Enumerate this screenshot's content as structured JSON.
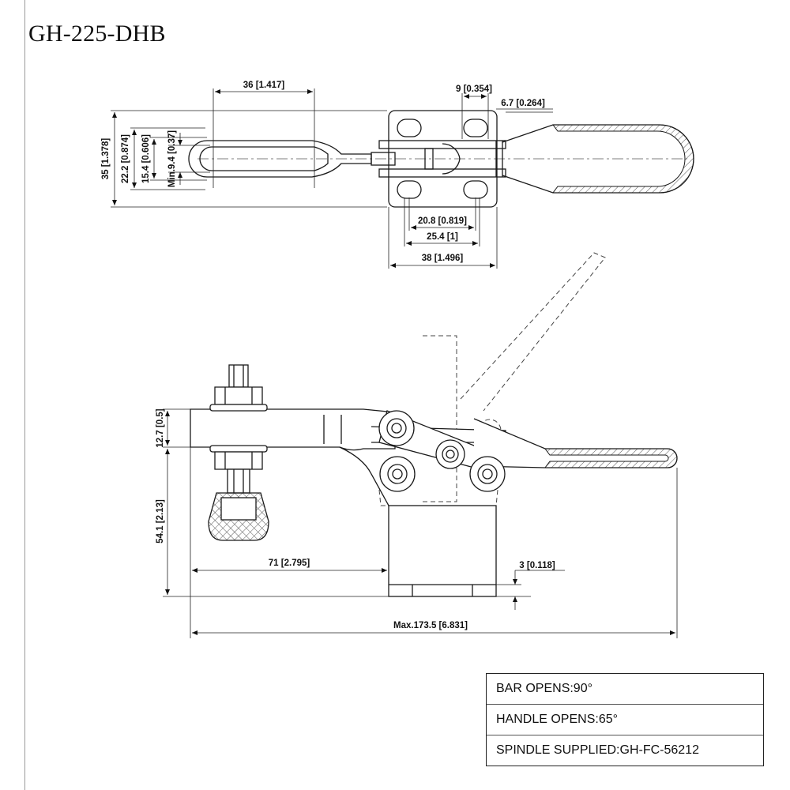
{
  "title": "GH-225-DHB",
  "dimensions": {
    "top_width_36": "36 [1.417]",
    "top_9": "9 [0.354]",
    "top_6_7": "6.7 [0.264]",
    "left_35": "35 [1.378]",
    "left_22_2": "22.2 [0.874]",
    "left_15_4": "15.4 [0.606]",
    "left_min_9_4": "Min.9.4 [0.37]",
    "base_20_8": "20.8 [0.819]",
    "base_25_4": "25.4 [1]",
    "base_38": "38 [1.496]",
    "side_12_7": "12.7 [0.5]",
    "side_54_1": "54.1 [2.13]",
    "side_71": "71 [2.795]",
    "side_3": "3 [0.118]",
    "max_length": "Max.173.5 [6.831]"
  },
  "specs": [
    "BAR OPENS:90°",
    "HANDLE OPENS:65°",
    "SPINDLE SUPPLIED:GH-FC-56212"
  ],
  "colors": {
    "line": "#1a1a1a",
    "grip_fill": "#c8c8c8",
    "dashed": "#444444"
  }
}
